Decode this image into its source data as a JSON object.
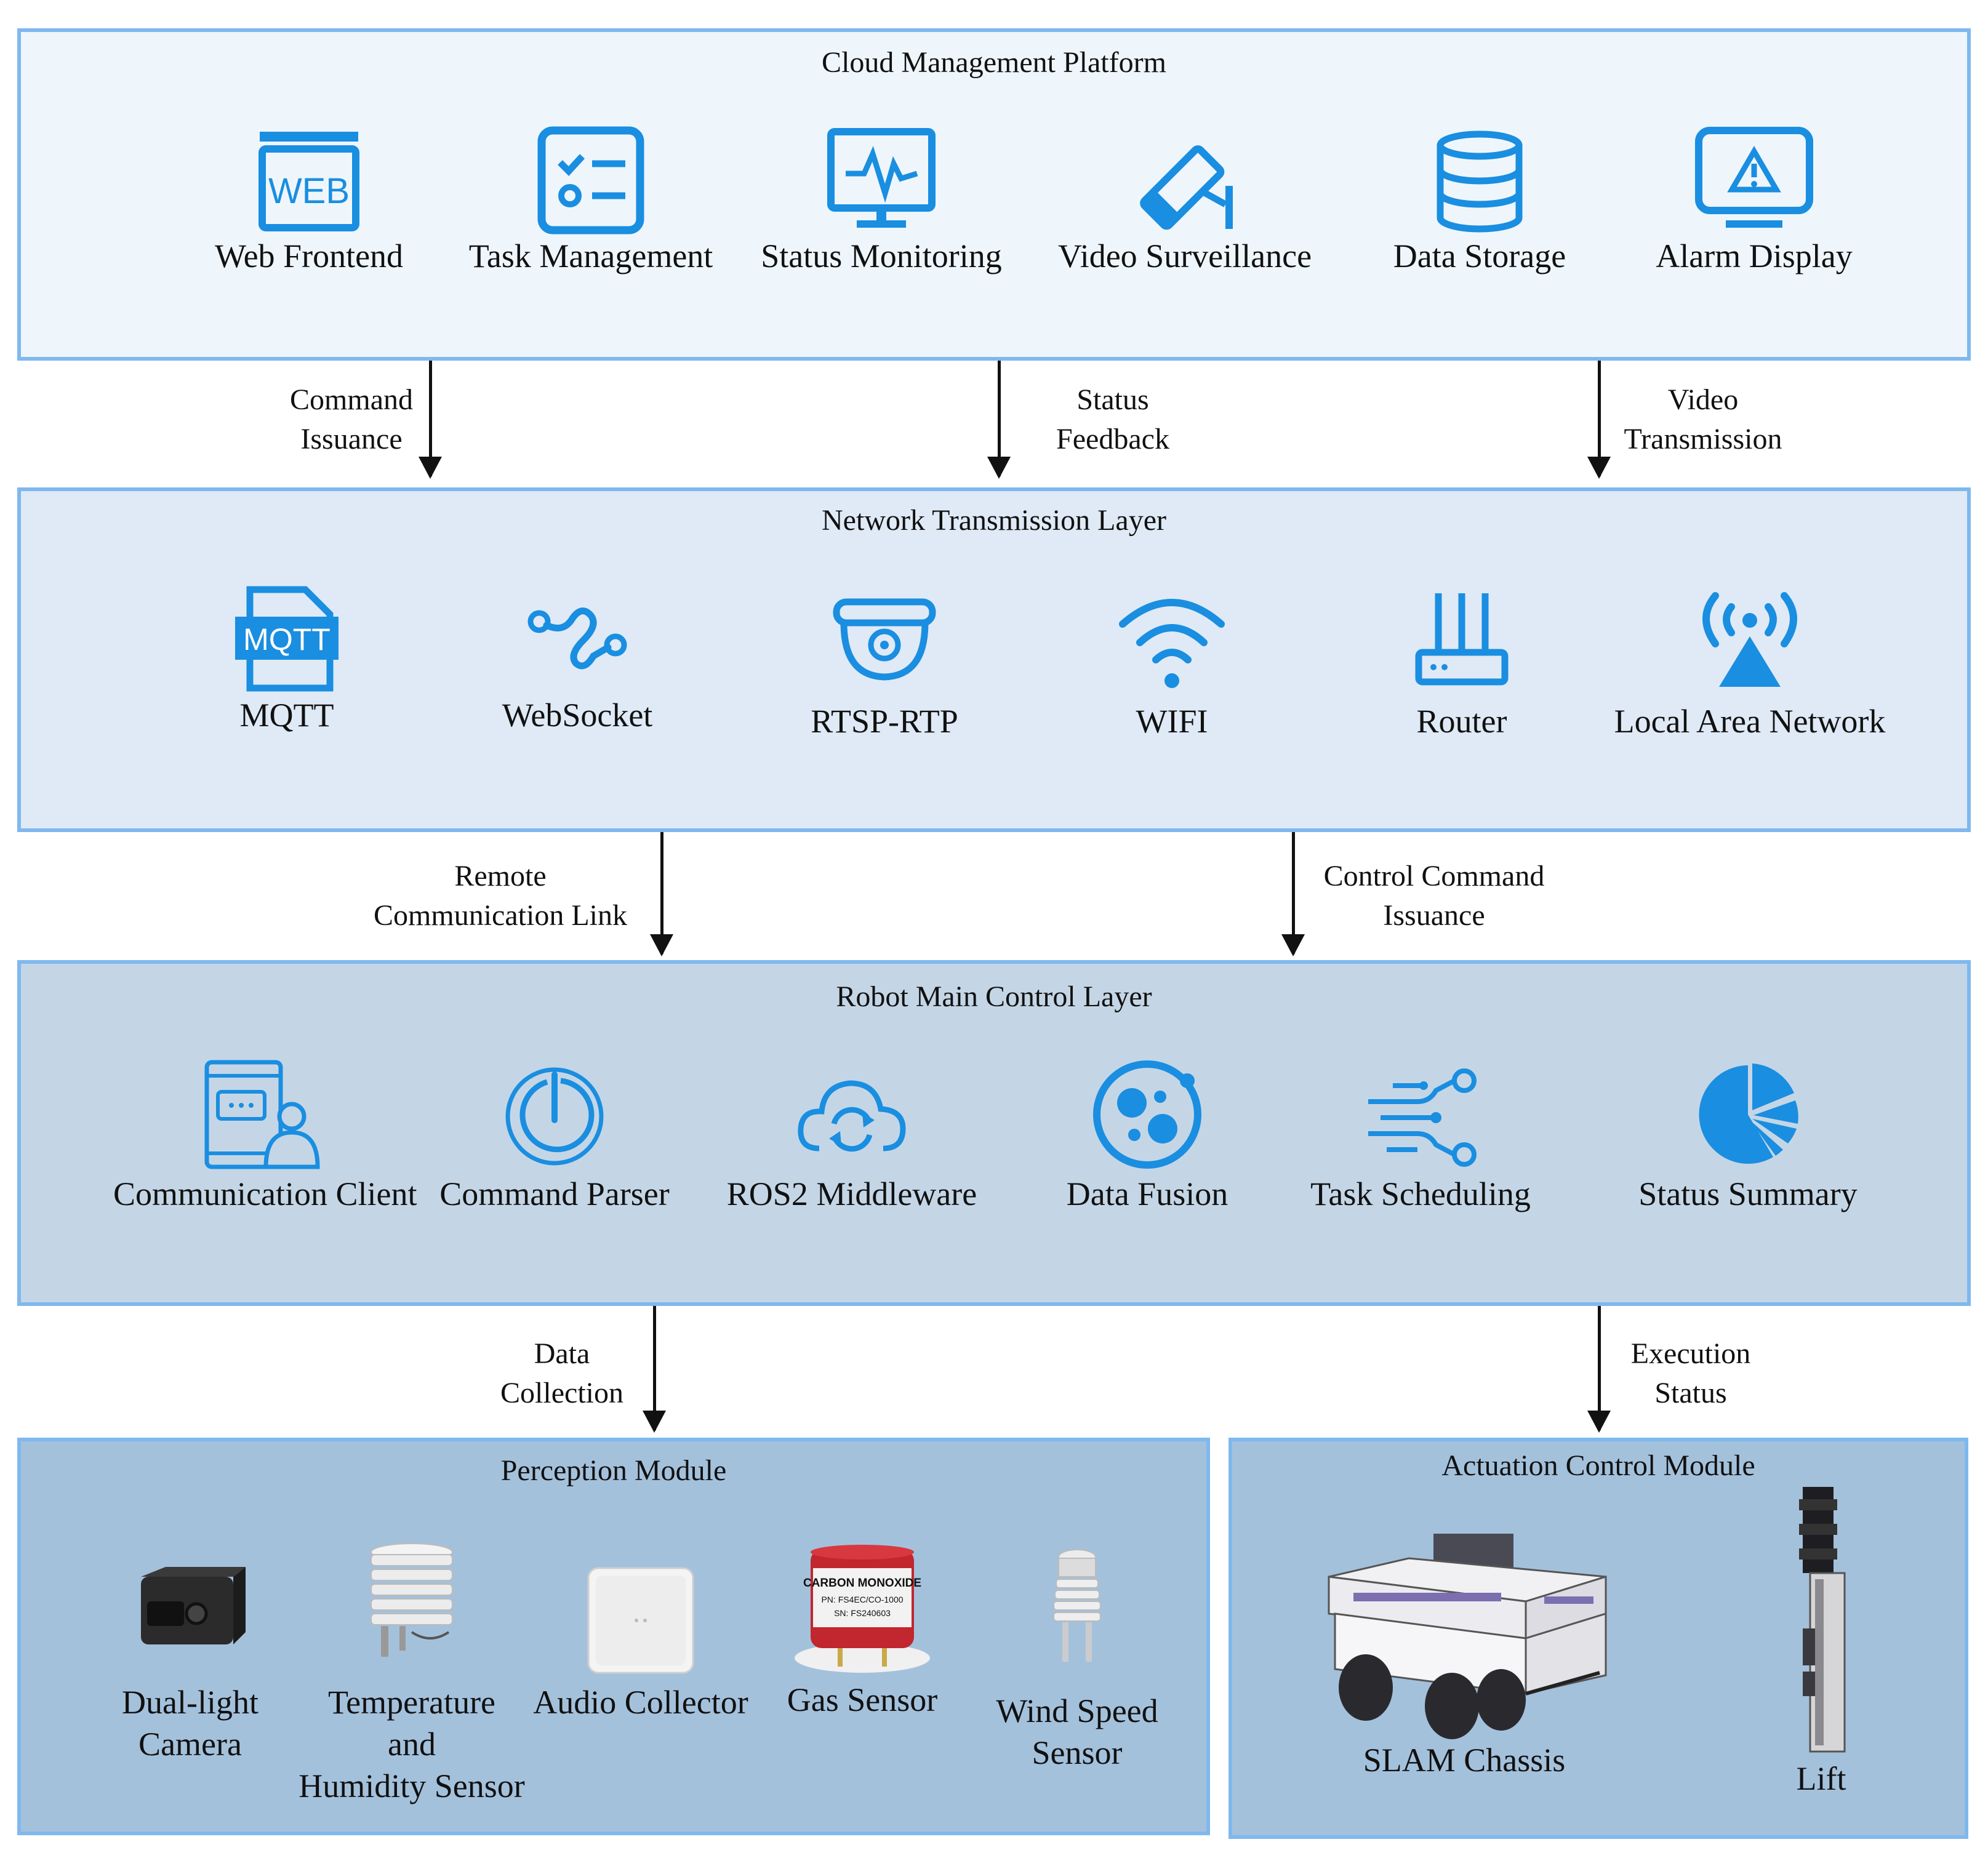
{
  "colors": {
    "accent": "#1a8ee0",
    "cloud_bg": "#eef6fc",
    "network_bg": "#dfeaf6",
    "control_bg": "#c4d6e6",
    "module_bg": "#a4c1dc",
    "border": "#7fb8ee"
  },
  "cloud": {
    "title": "Cloud Management Platform",
    "items": [
      {
        "label": "Web Frontend",
        "icon": "web-icon",
        "icon_text": "WEB"
      },
      {
        "label": "Task Management",
        "icon": "checklist-icon"
      },
      {
        "label": "Status Monitoring",
        "icon": "monitor-pulse-icon"
      },
      {
        "label": "Video Surveillance",
        "icon": "cctv-camera-icon"
      },
      {
        "label": "Data Storage",
        "icon": "database-icon"
      },
      {
        "label": "Alarm Display",
        "icon": "alarm-screen-icon"
      }
    ]
  },
  "network": {
    "title": "Network Transmission Layer",
    "items": [
      {
        "label": "MQTT",
        "icon": "mqtt-file-icon",
        "icon_text": "MQTT"
      },
      {
        "label": "WebSocket",
        "icon": "websocket-icon"
      },
      {
        "label": "RTSP-RTP",
        "icon": "dome-camera-icon"
      },
      {
        "label": "WIFI",
        "icon": "wifi-icon"
      },
      {
        "label": "Router",
        "icon": "router-icon"
      },
      {
        "label": "Local Area Network",
        "icon": "broadcast-tower-icon"
      }
    ]
  },
  "control": {
    "title": "Robot Main Control Layer",
    "items": [
      {
        "label": "Communication Client",
        "icon": "chat-client-icon"
      },
      {
        "label": "Command Parser",
        "icon": "dial-icon"
      },
      {
        "label": "ROS2 Middleware",
        "icon": "cloud-sync-icon"
      },
      {
        "label": "Data Fusion",
        "icon": "data-fusion-icon"
      },
      {
        "label": "Task Scheduling",
        "icon": "scheduling-nodes-icon"
      },
      {
        "label": "Status Summary",
        "icon": "pie-chart-icon"
      }
    ]
  },
  "connectors": {
    "command_issuance": [
      "Command",
      "Issuance"
    ],
    "status_feedback": [
      "Status",
      "Feedback"
    ],
    "video_transmission": [
      "Video",
      "Transmission"
    ],
    "remote_link": [
      "Remote",
      "Communication Link"
    ],
    "control_command": [
      "Control Command",
      "Issuance"
    ],
    "data_collection": [
      "Data",
      "Collection"
    ],
    "execution_status": [
      "Execution",
      "Status"
    ]
  },
  "perception": {
    "title": "Perception Module",
    "items": [
      {
        "lines": [
          "Dual-light",
          "Camera"
        ],
        "image": "dual-light-camera"
      },
      {
        "lines": [
          "Temperature",
          "and",
          "Humidity Sensor"
        ],
        "image": "temperature-humidity-sensor"
      },
      {
        "lines": [
          "Audio Collector"
        ],
        "image": "audio-collector"
      },
      {
        "lines": [
          "Gas Sensor"
        ],
        "image": "gas-sensor",
        "sensor_text": [
          "CARBON MONOXIDE",
          "PN: FS4EC/CO-1000",
          "SN: FS240603"
        ]
      },
      {
        "lines": [
          "Wind Speed",
          "Sensor"
        ],
        "image": "wind-speed-sensor"
      }
    ]
  },
  "actuation": {
    "title": "Actuation Control Module",
    "items": [
      {
        "label": "SLAM Chassis",
        "image": "slam-chassis"
      },
      {
        "label": "Lift",
        "image": "lift"
      }
    ]
  }
}
